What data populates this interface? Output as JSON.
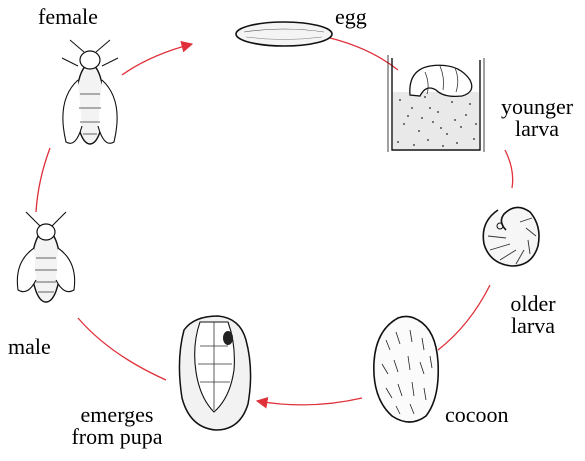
{
  "stages": [
    {
      "id": "egg",
      "lines": [
        "egg"
      ]
    },
    {
      "id": "younger-larva",
      "lines": [
        "younger",
        "larva"
      ]
    },
    {
      "id": "older-larva",
      "lines": [
        "older",
        "larva"
      ]
    },
    {
      "id": "cocoon",
      "lines": [
        "cocoon"
      ]
    },
    {
      "id": "emerges-from-pupa",
      "lines": [
        "emerges",
        "from pupa"
      ]
    },
    {
      "id": "male",
      "lines": [
        "male"
      ]
    },
    {
      "id": "female",
      "lines": [
        "female"
      ]
    }
  ],
  "colors": {
    "cycle_line": "#e0303a",
    "ink": "#111111"
  }
}
